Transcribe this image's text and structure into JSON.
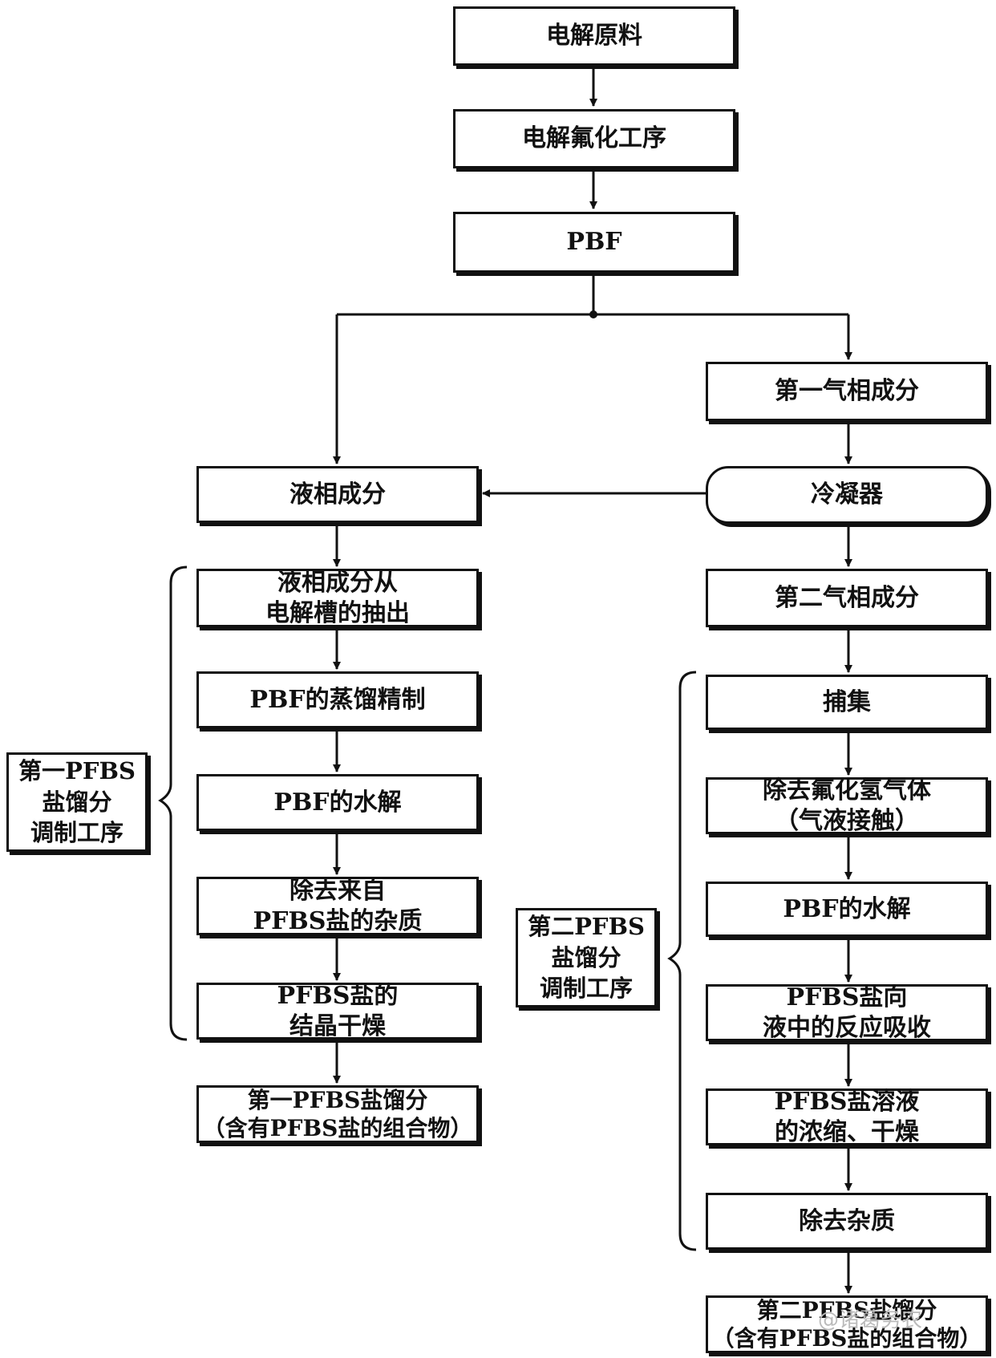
{
  "flow": {
    "raw_material": "电解原料",
    "electrolytic_fluorination": "电解氟化工序",
    "pbf": "PBF",
    "first_gas_phase": "第一气相成分",
    "liquid_phase": "液相成分",
    "condenser": "冷凝器",
    "second_gas_phase": "第二气相成分"
  },
  "left_branch": {
    "steps": [
      [
        "液相成分从",
        "电解槽的抽出"
      ],
      [
        "PBF的蒸馏精制"
      ],
      [
        "PBF的水解"
      ],
      [
        "除去来自",
        "PFBS盐的杂质"
      ],
      [
        "PFBS盐的",
        "结晶干燥"
      ]
    ],
    "group_label": [
      "第一PFBS",
      "盐馏分",
      "调制工序"
    ],
    "output": [
      "第一PFBS盐馏分",
      "（含有PFBS盐的组合物）"
    ]
  },
  "right_branch": {
    "steps": [
      [
        "捕集"
      ],
      [
        "除去氟化氢气体",
        "（气液接触）"
      ],
      [
        "PBF的水解"
      ],
      [
        "PFBS盐向",
        "液中的反应吸收"
      ],
      [
        "PFBS盐溶液",
        "的浓缩、干燥"
      ],
      [
        "除去杂质"
      ]
    ],
    "group_label": [
      "第二PFBS",
      "盐馏分",
      "调制工序"
    ],
    "output": [
      "第二PFBS盐馏分",
      "（含有PFBS盐的组合物）"
    ]
  },
  "watermark": "@诸葛务农"
}
